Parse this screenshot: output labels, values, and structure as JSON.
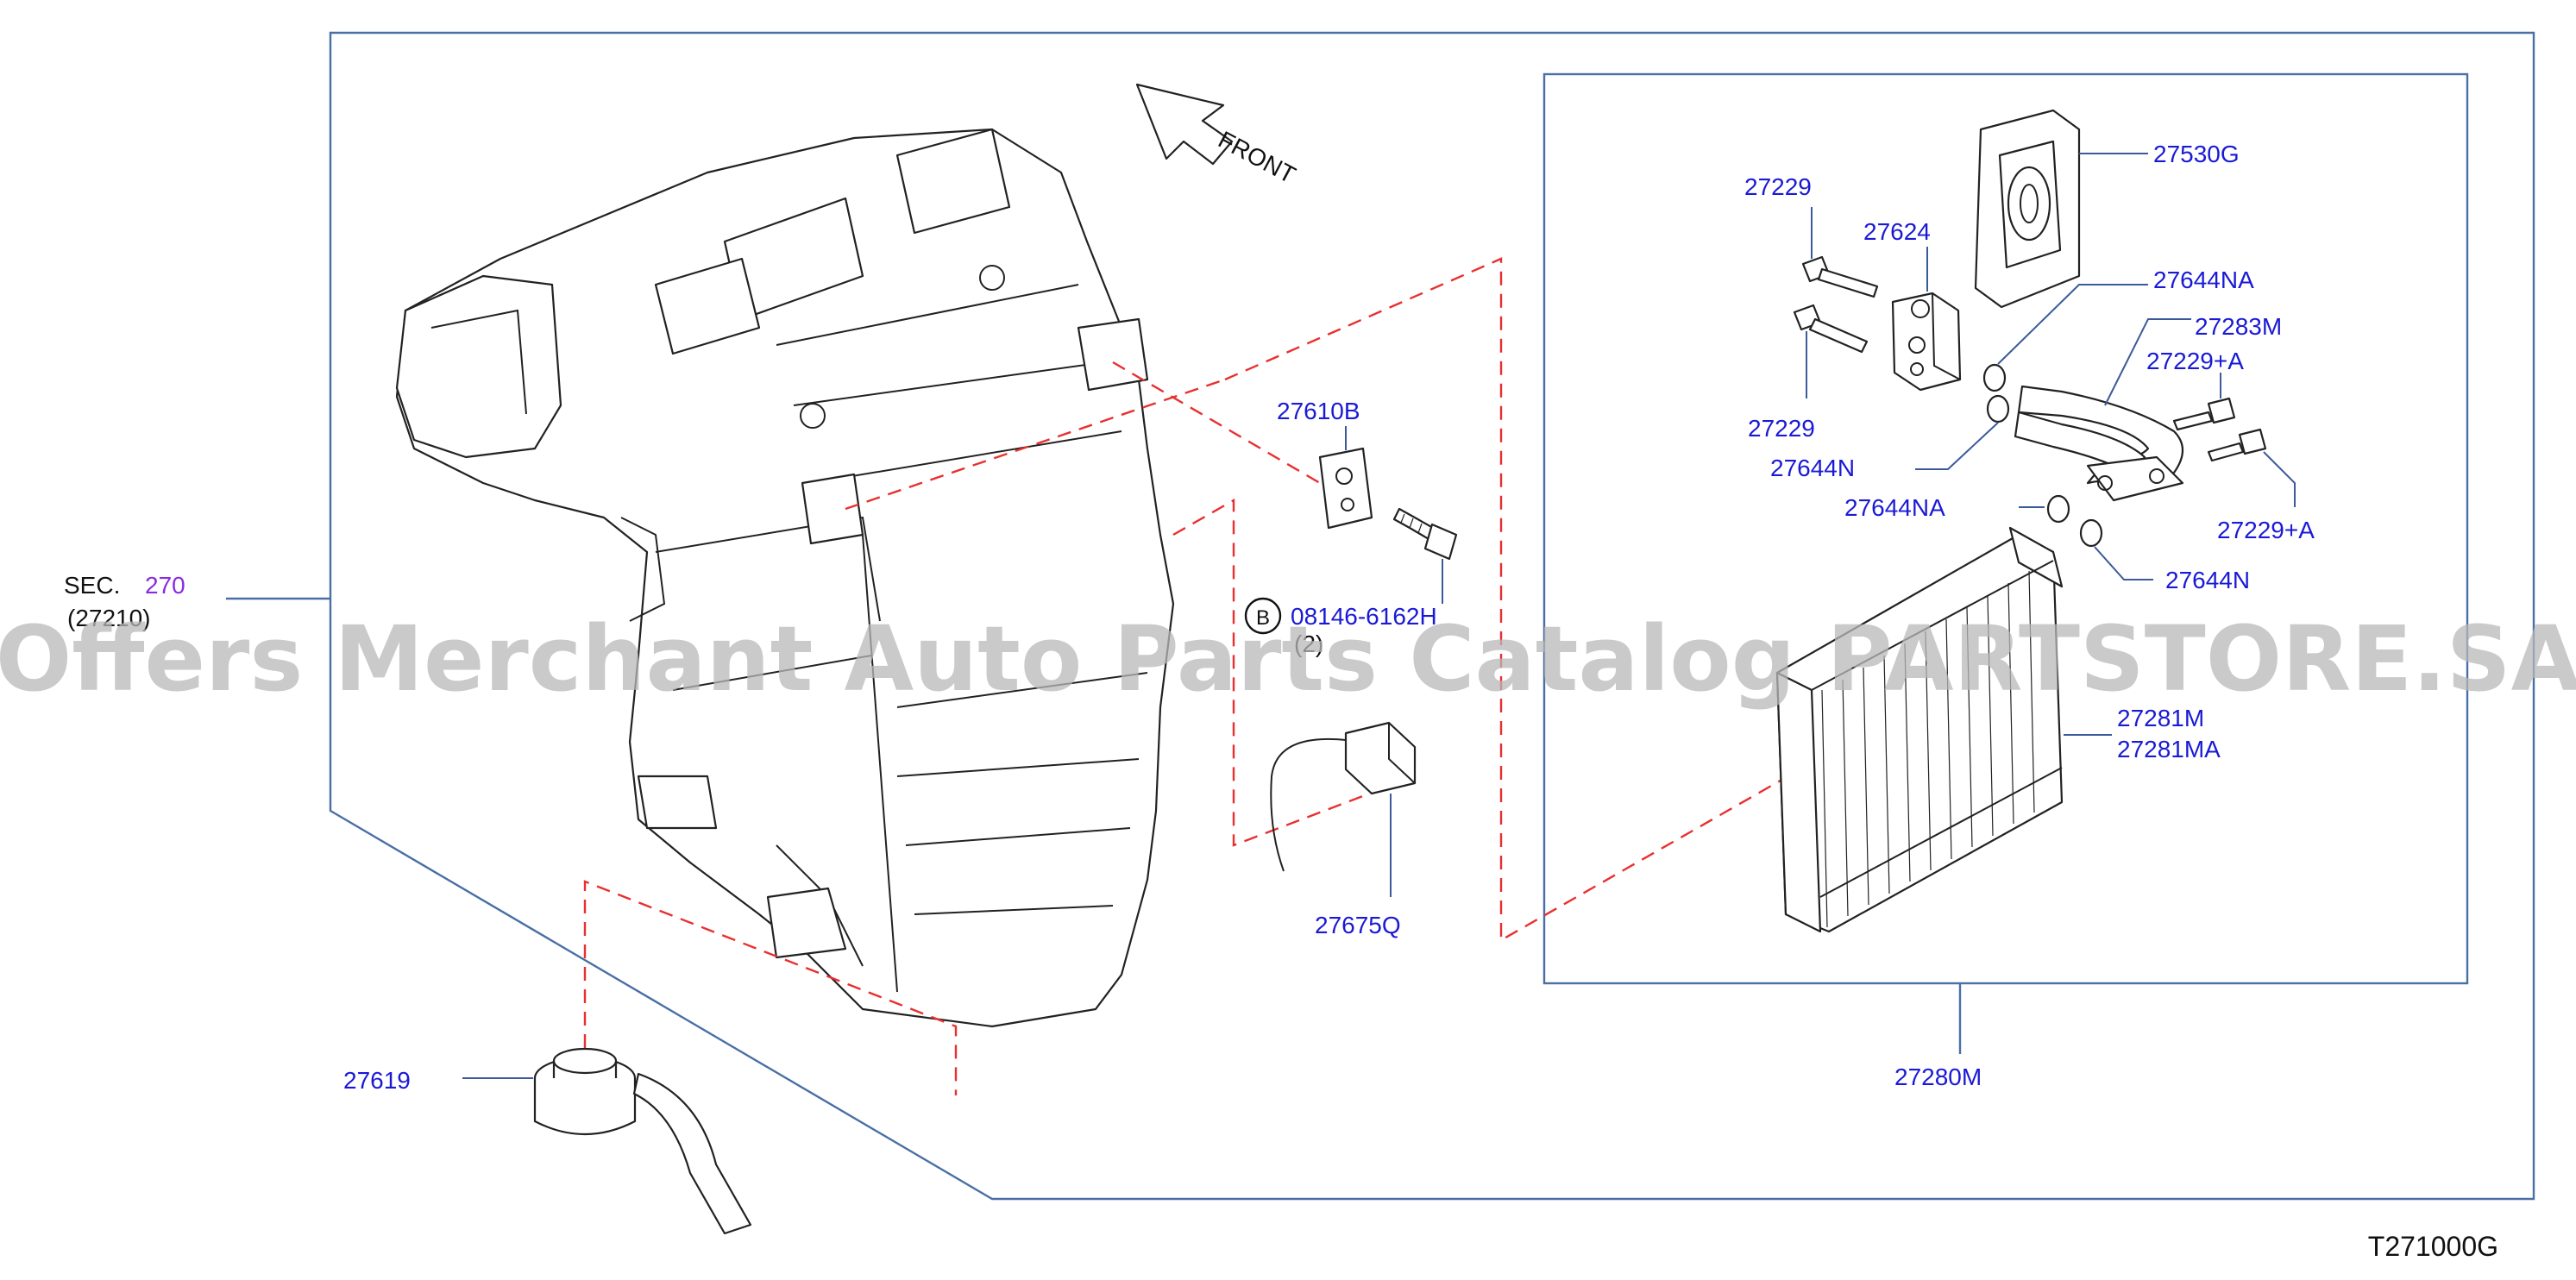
{
  "diagram_code": "T271000G",
  "front_label": "FRONT",
  "watermark": "Offers Merchant Auto Parts Catalog PARTSTORE.SA",
  "section_ref": {
    "prefix": "SEC.",
    "number": "270",
    "sub": "(27210)"
  },
  "callout": {
    "letter": "B",
    "part": "08146-6162H",
    "qty": "(2)"
  },
  "parts": [
    {
      "id": "27229",
      "role": "bolt-top"
    },
    {
      "id": "27624",
      "role": "expansion-valve"
    },
    {
      "id": "27530G",
      "role": "cover"
    },
    {
      "id": "27644NA",
      "role": "o-ring-upper"
    },
    {
      "id": "27283M",
      "role": "pipe"
    },
    {
      "id": "27229+A",
      "role": "pipe-bolt-upper"
    },
    {
      "id": "27229",
      "role": "bolt-bottom"
    },
    {
      "id": "27644N",
      "role": "o-ring-lower-left"
    },
    {
      "id": "27644NA",
      "role": "o-ring-mid"
    },
    {
      "id": "27229+A",
      "role": "pipe-bolt-lower"
    },
    {
      "id": "27644N",
      "role": "o-ring-lower-right"
    },
    {
      "id": "27281M",
      "role": "evaporator"
    },
    {
      "id": "27281MA",
      "role": "evaporator-alt"
    },
    {
      "id": "27280M",
      "role": "evaporator-assembly"
    },
    {
      "id": "27610B",
      "role": "bracket"
    },
    {
      "id": "27675Q",
      "role": "sensor"
    },
    {
      "id": "27619",
      "role": "drain-hose"
    }
  ]
}
